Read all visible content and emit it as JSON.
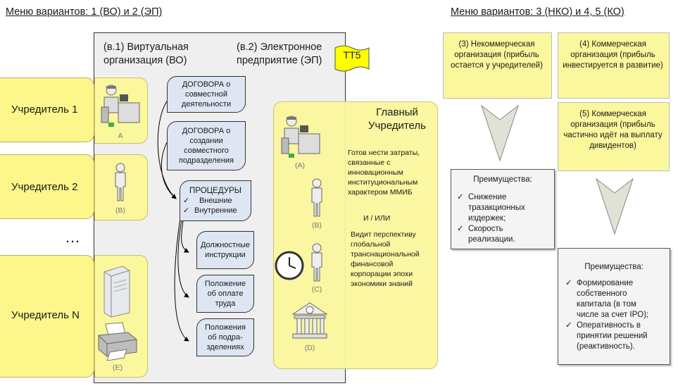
{
  "left_title": "Меню вариантов: 1 (ВО) и 2 (ЭП)",
  "right_title": "Меню вариантов: 3 (НКО) и 4, 5 (КО)",
  "vo_title": "(в.1) Виртуальная организация (ВО)",
  "ep_title": "(в.2) Электронное предприятие (ЭП)",
  "tt5": "ТТ5",
  "founders": [
    {
      "label": "Учредитель 1",
      "caption": "A"
    },
    {
      "label": "Учредитель 2",
      "caption": "(B)"
    },
    {
      "label": "Учредитель N",
      "caption": "(E)"
    }
  ],
  "ellipsis": "…",
  "docs": {
    "d1": "ДОГОВОРА о совместной деятельности",
    "d2": "ДОГОВОРА о создании совместного подразделения",
    "proc_title": "ПРОЦЕДУРЫ",
    "proc_items": [
      "Внешние",
      "Внутренние"
    ],
    "d3": "Должностные инструкции",
    "d4": "Положение об оплате труда",
    "d5": "Положения об подра-зделениях"
  },
  "main_founder": {
    "title": "Главный Учредитель",
    "text1": "Готов нести затраты, связанные с инновационным институциональным характером ММИБ",
    "or": "И / ИЛИ",
    "text2": "Видит перспективу глобальной транснациональной финансовой корпорации эпохи экономики знаний",
    "captions": [
      "(A)",
      "(B)",
      "(C)",
      "(D)"
    ]
  },
  "nko": "(3) Некоммерческая организация (прибыль остается у учредителей)",
  "ko4": "(4) Коммерческая организация (прибыль инвестируется в развитие)",
  "ko5": "(5) Коммерческая организация (прибыль частично идёт на выплату дивидентов)",
  "adv1": {
    "title": "Преимущества:",
    "items": [
      "Снижение тразакционных издержек;",
      "Скорость реализации."
    ]
  },
  "adv2": {
    "title": "Преимущества:",
    "items": [
      "Формирование собственного капитала (в том числе за счет IPO);",
      "Оперативность в принятии решений (реактивность)."
    ]
  },
  "colors": {
    "yellow": "#fbf79c",
    "doc_blue": "#dde6f2",
    "panel_gray": "#efefef",
    "arrow_gray": "#e0e2d6"
  }
}
